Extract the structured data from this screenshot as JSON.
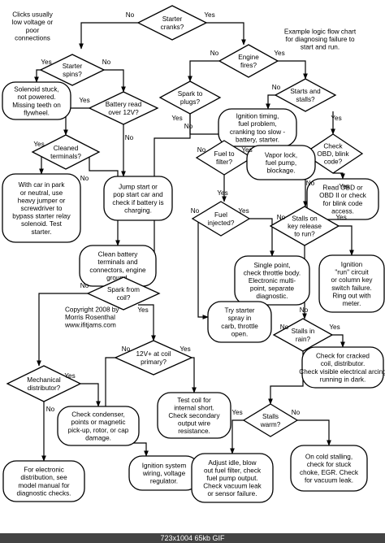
{
  "notes": {
    "left": "Clicks usually\nlow voltage or\npoor\nconnections",
    "top_right": "Example logic flow chart\nfor diagnosing failure to\nstart and run.",
    "copyright": "Copyright 2008 by\nMorris Rosenthal\nwww.ifitjams.com"
  },
  "nodes": {
    "starter_cranks": "Starter\ncranks?",
    "starter_spins": "Starter\nspins?",
    "solenoid_stuck": "Solenoid stuck,\nnot powered.\nMissing teeth on\nflywheel.",
    "battery_read": "Battery read\nover 12V?",
    "cleaned_terminals": "Cleaned\nterminals?",
    "jumper_screwdriver": "With car in park\nor neutral, use\nheavy jumper or\nscrewdriver to\nbypass starter relay\nsolenoid. Test\nstarter.",
    "jump_start": "Jump start or\npop start car and\ncheck if battery is\ncharging.",
    "clean_battery": "Clean battery\nterminals and\nconnectors, engine\nground.",
    "engine_fires": "Engine\nfires?",
    "spark_to_plugs": "Spark to\nplugs?",
    "starts_and_stalls": "Starts and\nstalls?",
    "ignition_timing": "Ignition timing,\nfuel problem,\ncranking too slow -\nbattery, starter.",
    "check_obd": "Check\nOBD, blink\ncode?",
    "fuel_to_filter": "Fuel to\nfilter?",
    "vapor_lock": "Vapor lock,\nfuel pump,\nblockage.",
    "read_obd": "Read OBD or\nOBD II or check\nfor blink code\naccess.",
    "fuel_injected": "Fuel\ninjected?",
    "single_point": "Single point,\ncheck throttle body.\nElectronic multi-\npoint, separate\ndiagnostic.",
    "stalls_key_release": "Stalls on\nkey release\nto run?",
    "ignition_run": "Ignition\n\"run\" circuit\nor column key\nswitch failure.\nRing out with\nmeter.",
    "try_starter_spray": "Try starter\nspray in\ncarb, throttle\nopen.",
    "spark_from_coil": "Spark from\ncoil?",
    "stalls_in_rain": "Stalls in\nrain?",
    "check_cracked_coil": "Check for cracked\ncoil, distributor.\nCheck visible electrical arcing\nrunning in dark.",
    "coil_primary": "12V+ at coil\nprimary?",
    "mechanical_distributor": "Mechanical\ndistributor?",
    "check_condenser": "Check condenser,\npoints or magnetic\npick-up, rotor, or cap\ndamage.",
    "test_coil": "Test coil for\ninternal short.\nCheck secondary\noutput wire\nresistance.",
    "stalls_warm": "Stalls\nwarm?",
    "electronic_distribution": "For electronic\ndistribution, see\nmodel manual for\ndiagnostic checks.",
    "ignition_system": "Ignition system\nwiring, voltage\nregulator.",
    "adjust_idle": "Adjust idle, blow\nout fuel filter, check\nfuel pump output.\nCheck vacuum leak\nor sensor failure.",
    "cold_stalling": "On cold stalling,\ncheck for stuck\nchoke, EGR. Check\nfor vacuum leak."
  },
  "labels": {
    "yes": "Yes",
    "no": "No"
  },
  "footer": "723x1004  65kb  GIF"
}
